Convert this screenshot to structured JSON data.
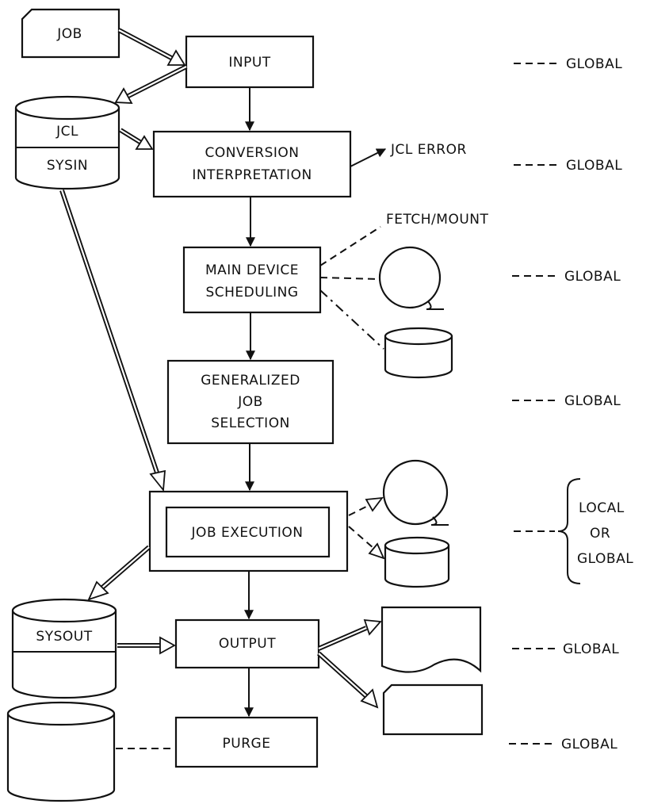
{
  "nodes": {
    "job": "JOB",
    "input": "INPUT",
    "jcl": "JCL",
    "sysin": "SYSIN",
    "conversion_line1": "CONVERSION",
    "conversion_line2": "INTERPRETATION",
    "jcl_error": "JCL ERROR",
    "fetch_mount": "FETCH/MOUNT",
    "main_device_line1": "MAIN DEVICE",
    "main_device_line2": "SCHEDULING",
    "gen_job_line1": "GENERALIZED",
    "gen_job_line2": "JOB",
    "gen_job_line3": "SELECTION",
    "job_execution": "JOB EXECUTION",
    "sysout": "SYSOUT",
    "output": "OUTPUT",
    "purge": "PURGE"
  },
  "scope_labels": {
    "input": "GLOBAL",
    "conversion": "GLOBAL",
    "main_device": "GLOBAL",
    "gen_job": "GLOBAL",
    "execution_line1": "LOCAL",
    "execution_line2": "OR",
    "execution_line3": "GLOBAL",
    "output": "GLOBAL",
    "purge": "GLOBAL"
  }
}
